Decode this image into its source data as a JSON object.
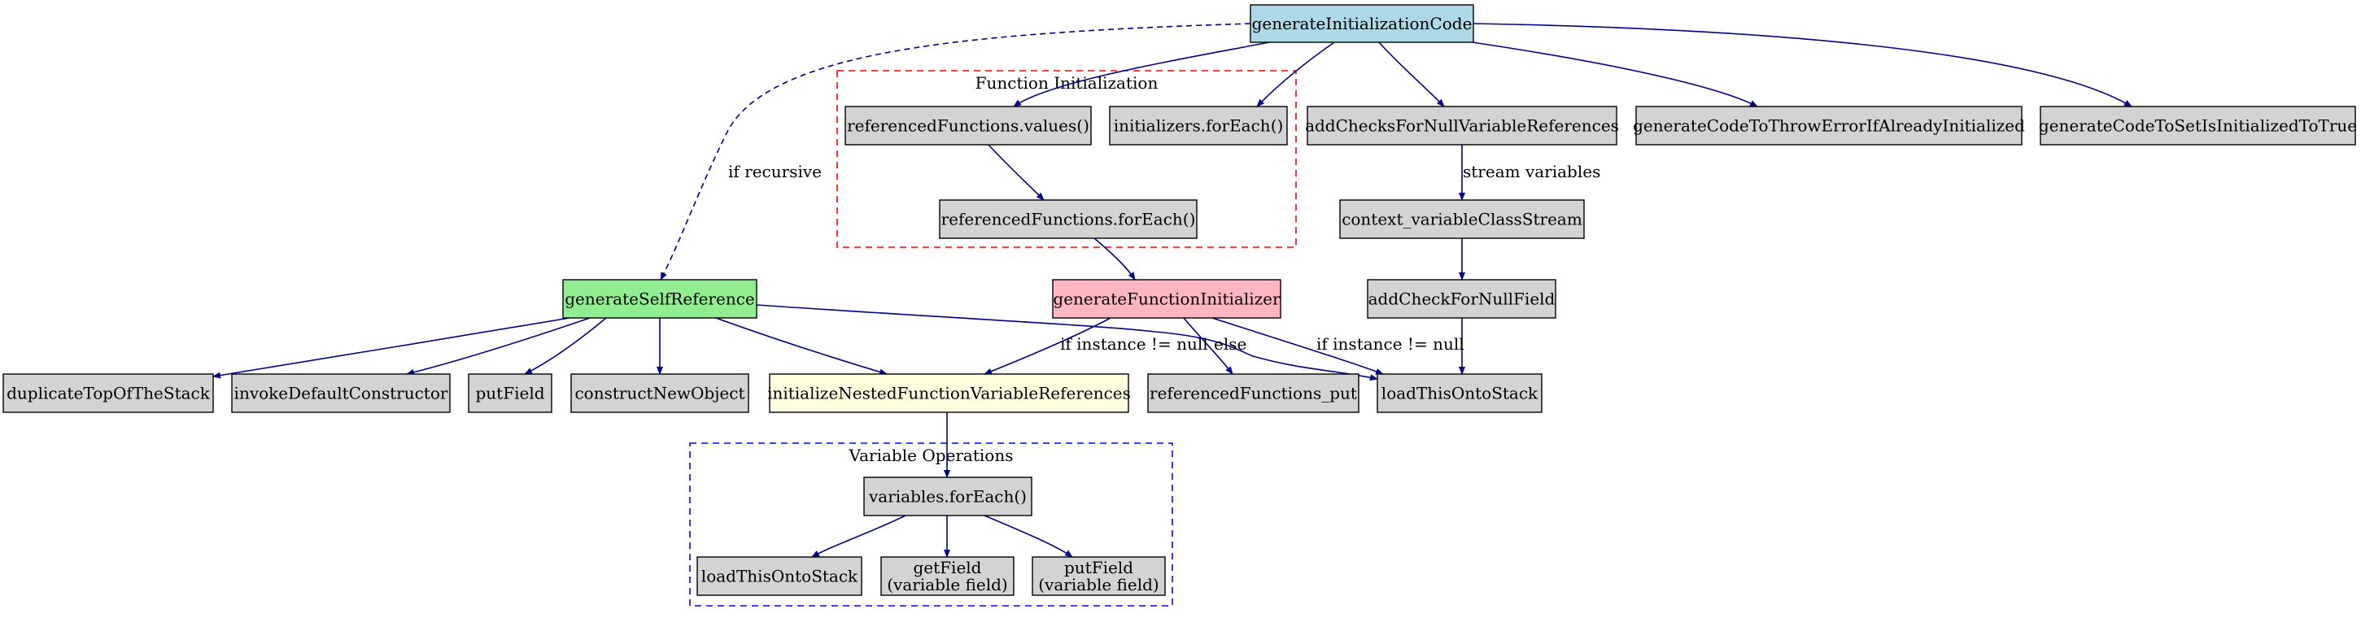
{
  "colors": {
    "edge": "#00008b",
    "node_default": "#d3d3d3",
    "node_root": "#add8e6",
    "node_self_ref": "#90ee90",
    "node_func_init": "#ffb6c1",
    "node_nested": "#ffffe0",
    "cluster_function": "#ff0000",
    "cluster_variable": "#0000ff"
  },
  "clusters": [
    {
      "id": "function_init",
      "label": "Function Initialization"
    },
    {
      "id": "variable_ops",
      "label": "Variable Operations"
    }
  ],
  "nodes": [
    {
      "id": "root",
      "lines": [
        "generateInitializationCode"
      ],
      "fill": "node_root"
    },
    {
      "id": "refvalues",
      "lines": [
        "referencedFunctions.values()"
      ],
      "fill": "node_default"
    },
    {
      "id": "initforeach",
      "lines": [
        "initializers.forEach()"
      ],
      "fill": "node_default"
    },
    {
      "id": "addchecks",
      "lines": [
        "addChecksForNullVariableReferences"
      ],
      "fill": "node_default"
    },
    {
      "id": "throwerr",
      "lines": [
        "generateCodeToThrowErrorIfAlreadyInitialized"
      ],
      "fill": "node_default"
    },
    {
      "id": "setinit",
      "lines": [
        "generateCodeToSetIsInitializedToTrue"
      ],
      "fill": "node_default"
    },
    {
      "id": "refforeach",
      "lines": [
        "referencedFunctions.forEach()"
      ],
      "fill": "node_default"
    },
    {
      "id": "ctxstream",
      "lines": [
        "context_variableClassStream"
      ],
      "fill": "node_default"
    },
    {
      "id": "selfref",
      "lines": [
        "generateSelfReference"
      ],
      "fill": "node_self_ref"
    },
    {
      "id": "funcinit",
      "lines": [
        "generateFunctionInitializer"
      ],
      "fill": "node_func_init"
    },
    {
      "id": "addcheck",
      "lines": [
        "addCheckForNullField"
      ],
      "fill": "node_default"
    },
    {
      "id": "dup",
      "lines": [
        "duplicateTopOfTheStack"
      ],
      "fill": "node_default"
    },
    {
      "id": "invoke",
      "lines": [
        "invokeDefaultConstructor"
      ],
      "fill": "node_default"
    },
    {
      "id": "putfield",
      "lines": [
        "putField"
      ],
      "fill": "node_default"
    },
    {
      "id": "construct",
      "lines": [
        "constructNewObject"
      ],
      "fill": "node_default"
    },
    {
      "id": "nested",
      "lines": [
        "initializeNestedFunctionVariableReferences"
      ],
      "fill": "node_nested"
    },
    {
      "id": "refput",
      "lines": [
        "referencedFunctions_put"
      ],
      "fill": "node_default"
    },
    {
      "id": "loadthis",
      "lines": [
        "loadThisOntoStack"
      ],
      "fill": "node_default"
    },
    {
      "id": "varforeach",
      "lines": [
        "variables.forEach()"
      ],
      "fill": "node_default"
    },
    {
      "id": "loadthis2",
      "lines": [
        "loadThisOntoStack"
      ],
      "fill": "node_default"
    },
    {
      "id": "getfield",
      "lines": [
        "getField",
        "(variable field)"
      ],
      "fill": "node_default"
    },
    {
      "id": "putfield2",
      "lines": [
        "putField",
        "(variable field)"
      ],
      "fill": "node_default"
    }
  ],
  "edges": [
    {
      "from": "root",
      "to": "refvalues",
      "label": ""
    },
    {
      "from": "root",
      "to": "initforeach",
      "label": ""
    },
    {
      "from": "root",
      "to": "addchecks",
      "label": ""
    },
    {
      "from": "root",
      "to": "throwerr",
      "label": ""
    },
    {
      "from": "root",
      "to": "setinit",
      "label": ""
    },
    {
      "from": "root",
      "to": "selfref",
      "label": "if recursive",
      "dashed": true
    },
    {
      "from": "refvalues",
      "to": "refforeach",
      "label": ""
    },
    {
      "from": "refforeach",
      "to": "funcinit",
      "label": ""
    },
    {
      "from": "addchecks",
      "to": "ctxstream",
      "label": "stream variables"
    },
    {
      "from": "ctxstream",
      "to": "addcheck",
      "label": ""
    },
    {
      "from": "addcheck",
      "to": "loadthis",
      "label": ""
    },
    {
      "from": "selfref",
      "to": "dup",
      "label": ""
    },
    {
      "from": "selfref",
      "to": "invoke",
      "label": ""
    },
    {
      "from": "selfref",
      "to": "putfield",
      "label": ""
    },
    {
      "from": "selfref",
      "to": "construct",
      "label": ""
    },
    {
      "from": "selfref",
      "to": "nested",
      "label": ""
    },
    {
      "from": "selfref",
      "to": "loadthis",
      "label": ""
    },
    {
      "from": "funcinit",
      "to": "nested",
      "label": "if instance != null"
    },
    {
      "from": "funcinit",
      "to": "refput",
      "label": "else"
    },
    {
      "from": "funcinit",
      "to": "loadthis",
      "label": "if instance != null"
    },
    {
      "from": "nested",
      "to": "varforeach",
      "label": ""
    },
    {
      "from": "varforeach",
      "to": "loadthis2",
      "label": ""
    },
    {
      "from": "varforeach",
      "to": "getfield",
      "label": ""
    },
    {
      "from": "varforeach",
      "to": "putfield2",
      "label": ""
    }
  ]
}
